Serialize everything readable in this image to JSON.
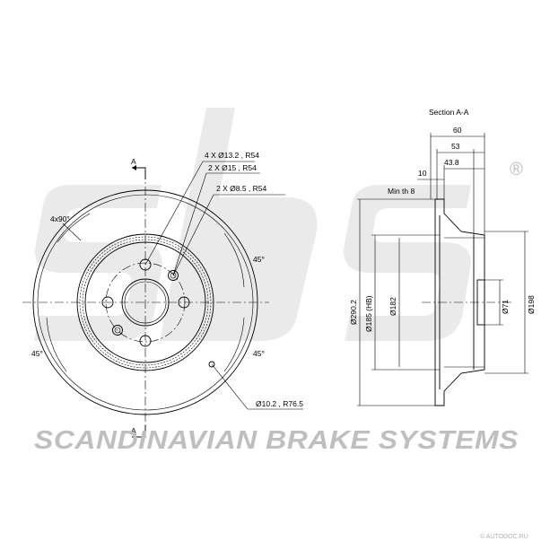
{
  "brand": {
    "tagline": "SCANDINAVIAN BRAKE SYSTEMS",
    "registered_mark": "®",
    "watermark_text": "sbs",
    "footer_watermark": "© AUTODOC.RU"
  },
  "drawing": {
    "front_view": {
      "section_marker_top": "A",
      "section_marker_bottom": "A",
      "bolt_count_label": "4x90°",
      "angle_top_right": "45°",
      "angle_bottom_right": "45°",
      "angle_bottom_left": "45°",
      "callout_bolt_holes": "4 X Ø13.2 , R54",
      "callout_holes_15": "2 X Ø15 , R54",
      "callout_holes_8_5": "2 X Ø8.5 , R54",
      "callout_bottom": "Ø10.2 , R76.5"
    },
    "section_view": {
      "title": "Section A-A",
      "dim_60": "60",
      "dim_53": "53",
      "dim_43_8": "43.8",
      "dim_10": "10",
      "min_thickness": "Min th 8",
      "dia_outer": "Ø290.2",
      "dia_hb": "Ø185 (HB)",
      "dia_182": "Ø182",
      "dia_71": "Ø71",
      "dia_198": "Ø198"
    }
  }
}
